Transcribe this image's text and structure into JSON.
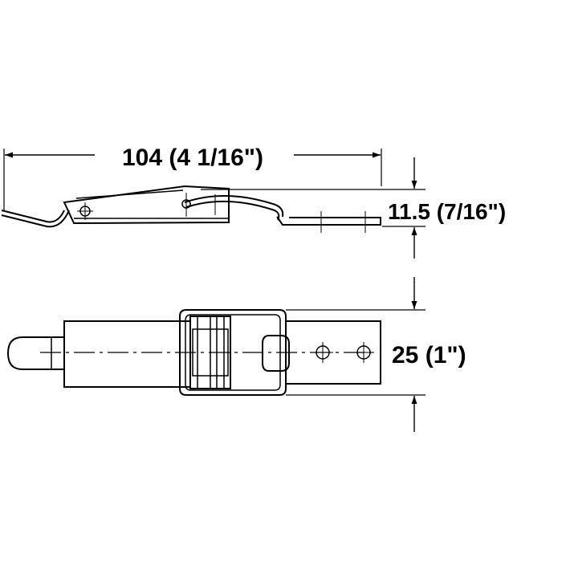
{
  "dimensions": {
    "length": "104 (4 1/16\")",
    "height": "11.5 (7/16\")",
    "width": "25 (1\")"
  },
  "colors": {
    "line": "#000000",
    "background": "#ffffff"
  }
}
